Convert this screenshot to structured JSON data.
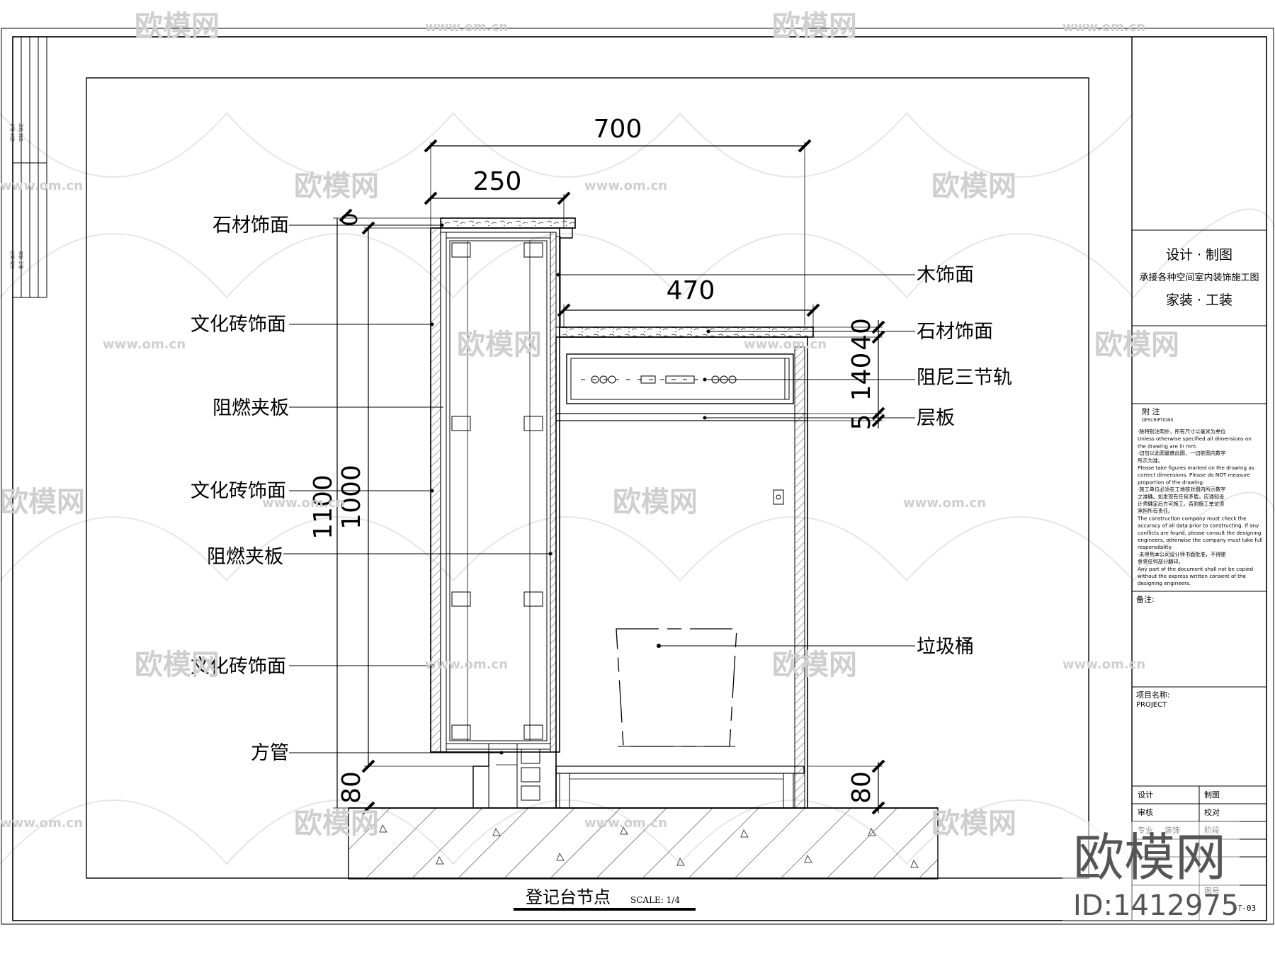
{
  "drawing_title": "登记台节点",
  "scale": "SCALE: 1/4",
  "dims": {
    "top_total": "700",
    "top_left": "250",
    "mid": "470",
    "left_total": "1100",
    "left_inner": "1000",
    "left_top": "0",
    "left_base": "80",
    "right_base": "80",
    "right_40": "40",
    "right_140": "140",
    "right_5": "5"
  },
  "left_labels": [
    "石材饰面",
    "文化砖饰面",
    "阻燃夹板",
    "文化砖饰面",
    "阻燃夹板",
    "文化砖饰面",
    "方管"
  ],
  "right_labels": [
    "木饰面",
    "石材饰面",
    "阻尼三节轨",
    "层板",
    "垃圾桶"
  ],
  "title_block": {
    "line1": "设计 · 制图",
    "line2": "承接各种空间室内装饰施工图",
    "line3": "家装 · 工装",
    "notes_title": "附 注",
    "notes_sub": "DESCRIPTIONS",
    "notes": [
      "·除特别注明外，所有尺寸以毫米为单位",
      "Unless otherwise specified all dimensions on",
      "the drawing are in mm.",
      "·切勿以此图量度此图，一切依图内数字",
      "所示为准。",
      "Please take figures marked on the drawing as",
      "correct dimensions. Please do NOT measure",
      "proportion of the drawing.",
      "·施工单位必须在工地核对图内所示数字",
      "之准确。如发现有任何矛盾，应通知设",
      "计师确定后方可施工。否则施工单位须",
      "承担所有责任。",
      "The construction company must check the",
      "accuracy of all data prior to constructing. If any",
      "conflicts are found, please consult the designing",
      "engineers, otherwise the company must take full",
      "responsibility.",
      "·未得到本公司设计师书面批准，不得随",
      "意将任何部分翻印。",
      "Any part of the document shall not be copied",
      "without the express written consent of the",
      "designing engineers."
    ],
    "remarks": "备注:",
    "project_cn": "项目名称:",
    "project_en": "PROJECT",
    "cells": [
      "设计",
      "制图",
      "审核",
      "校对",
      "专业",
      "装饰",
      "阶段",
      "图号"
    ],
    "drawing_no": "DT-03"
  },
  "watermark": {
    "brand": "欧模网",
    "url": "www.om.cn",
    "id": "ID:1412975"
  }
}
